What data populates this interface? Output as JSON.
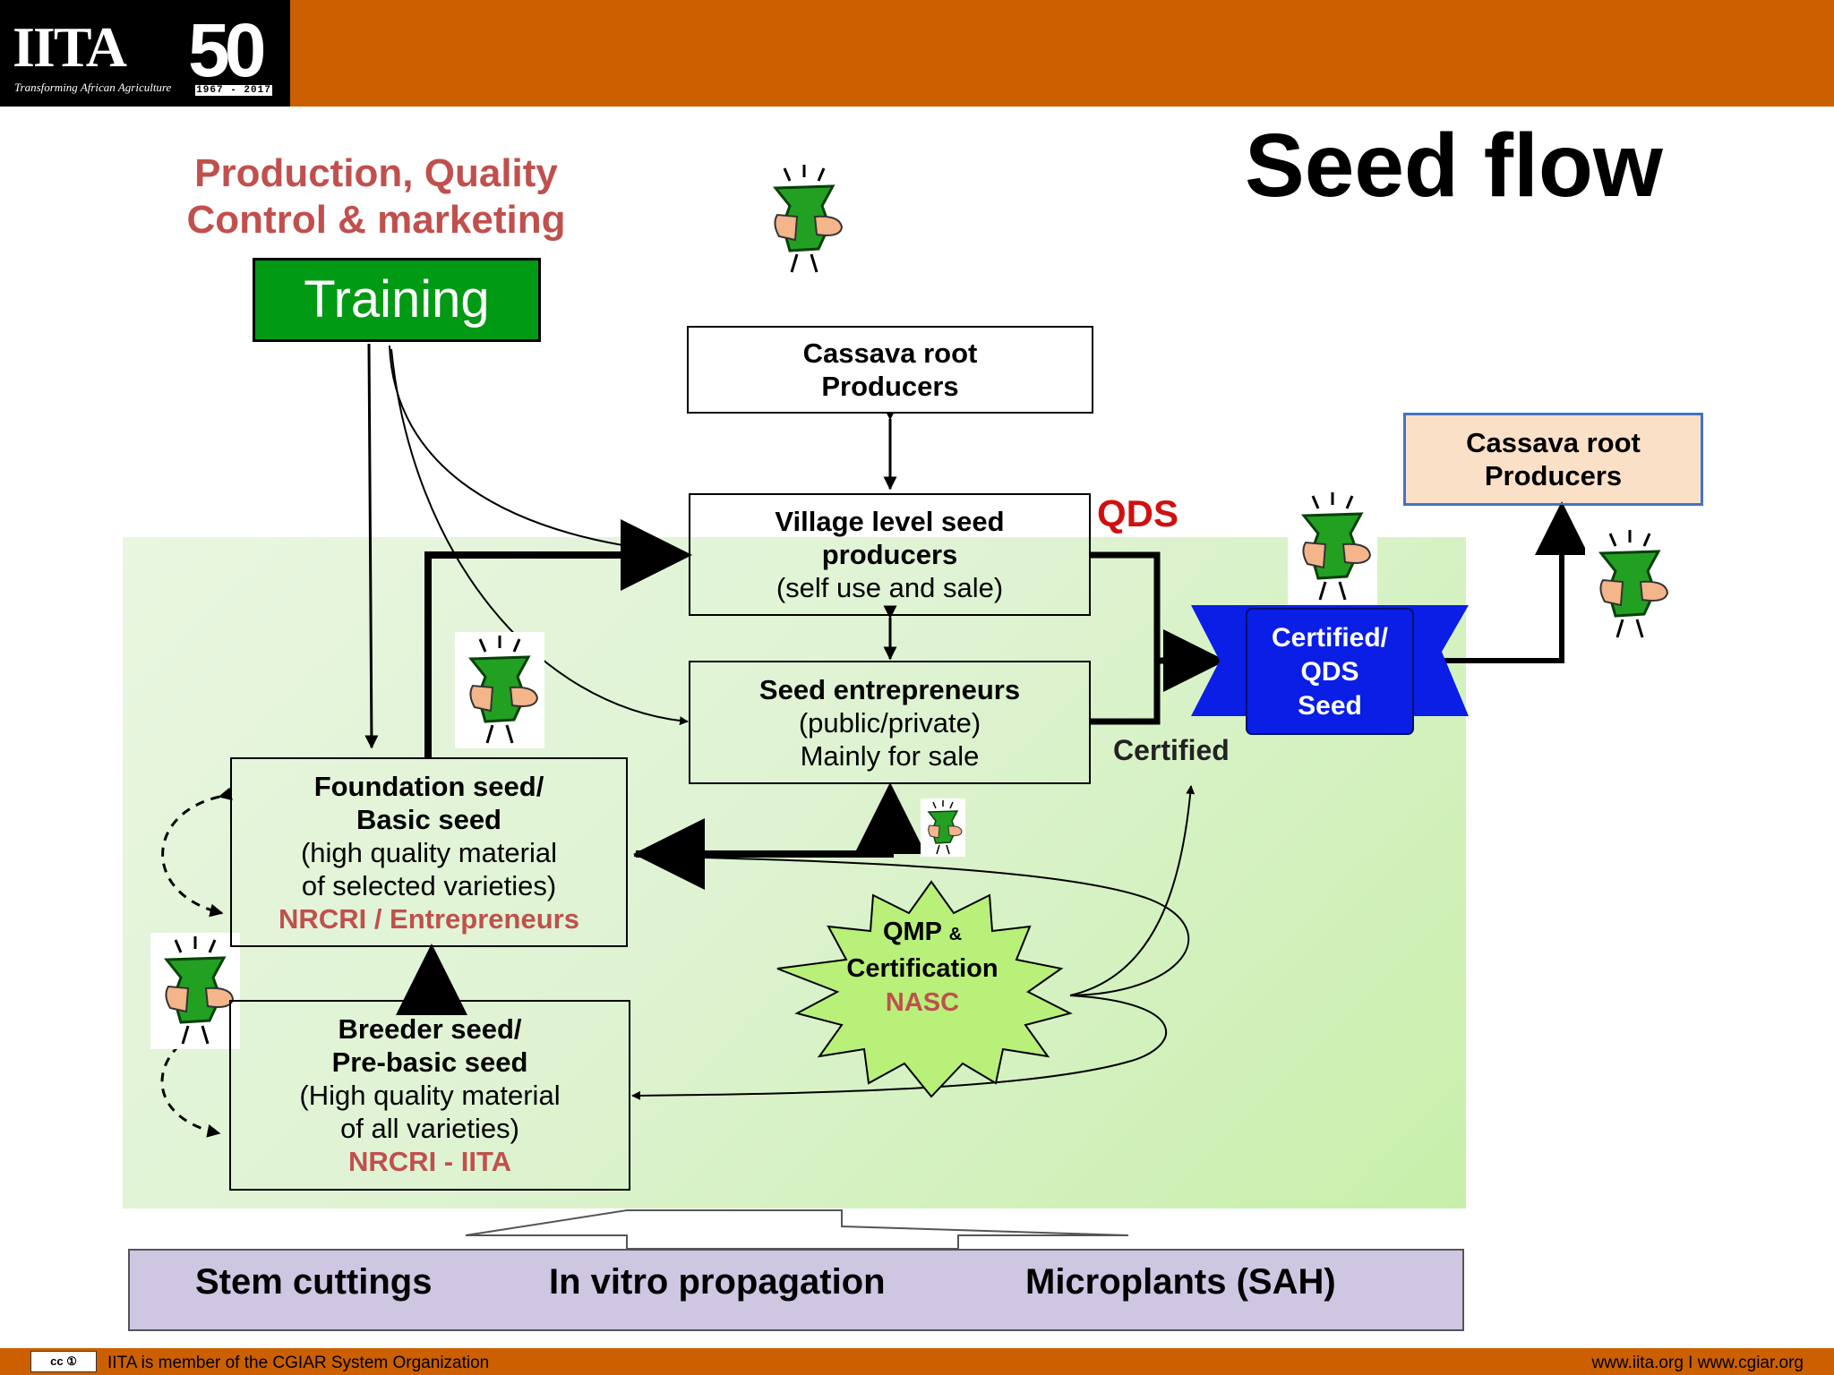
{
  "header": {
    "logo_text": "IITA",
    "logo_tagline": "Transforming African Agriculture",
    "logo_anniversary": "50",
    "logo_years": "1967 - 2017"
  },
  "slide": {
    "title": "Seed flow",
    "subtitle_line1": "Production, Quality",
    "subtitle_line2": "Control & marketing"
  },
  "nodes": {
    "training": "Training",
    "cassava_top": {
      "line1": "Cassava root",
      "line2": "Producers"
    },
    "village": {
      "line1": "Village level seed",
      "line2": "producers",
      "line3": "(self use and sale)"
    },
    "entrepreneurs": {
      "line1": "Seed entrepreneurs",
      "line2": "(public/private)",
      "line3": "Mainly for sale"
    },
    "foundation": {
      "line1": "Foundation seed/",
      "line2": "Basic seed",
      "line3": "(high quality material",
      "line4": "of selected varieties)",
      "line5": "NRCRI  / Entrepreneurs"
    },
    "breeder": {
      "line1": "Breeder seed/",
      "line2": "Pre-basic seed",
      "line3": "(High quality material",
      "line4": "of all varieties)",
      "line5": "NRCRI  - IITA"
    },
    "cassava_right": {
      "line1": "Cassava root",
      "line2": "Producers"
    },
    "certified_seed": {
      "line1": "Certified/",
      "line2": "QDS",
      "line3": "Seed"
    },
    "qmp": {
      "line1": "QMP",
      "amp": "&",
      "line2": "Certification",
      "line3": "NASC"
    }
  },
  "labels": {
    "qds": "QDS",
    "certified": "Certified"
  },
  "propagation": {
    "item1": "Stem cuttings",
    "item2": "In vitro propagation",
    "item3": "Microplants (SAH)"
  },
  "footer": {
    "cc_badge": "cc ①",
    "left_text": "IITA is member of the CGIAR System Organization",
    "right_text": "www.iita.org   I   www.cgiar.org"
  },
  "colors": {
    "header_orange": "#cc6000",
    "training_green": "#009a14",
    "accent_red": "#c0504d",
    "qds_red": "#d01010",
    "certified_blue": "#0a1ee6",
    "qmp_burst": "#b8f07a",
    "cassava_peach": "#fbe0c8",
    "propagation_lilac": "#cfc6e2"
  },
  "icons": [
    "money-hand-icon"
  ]
}
